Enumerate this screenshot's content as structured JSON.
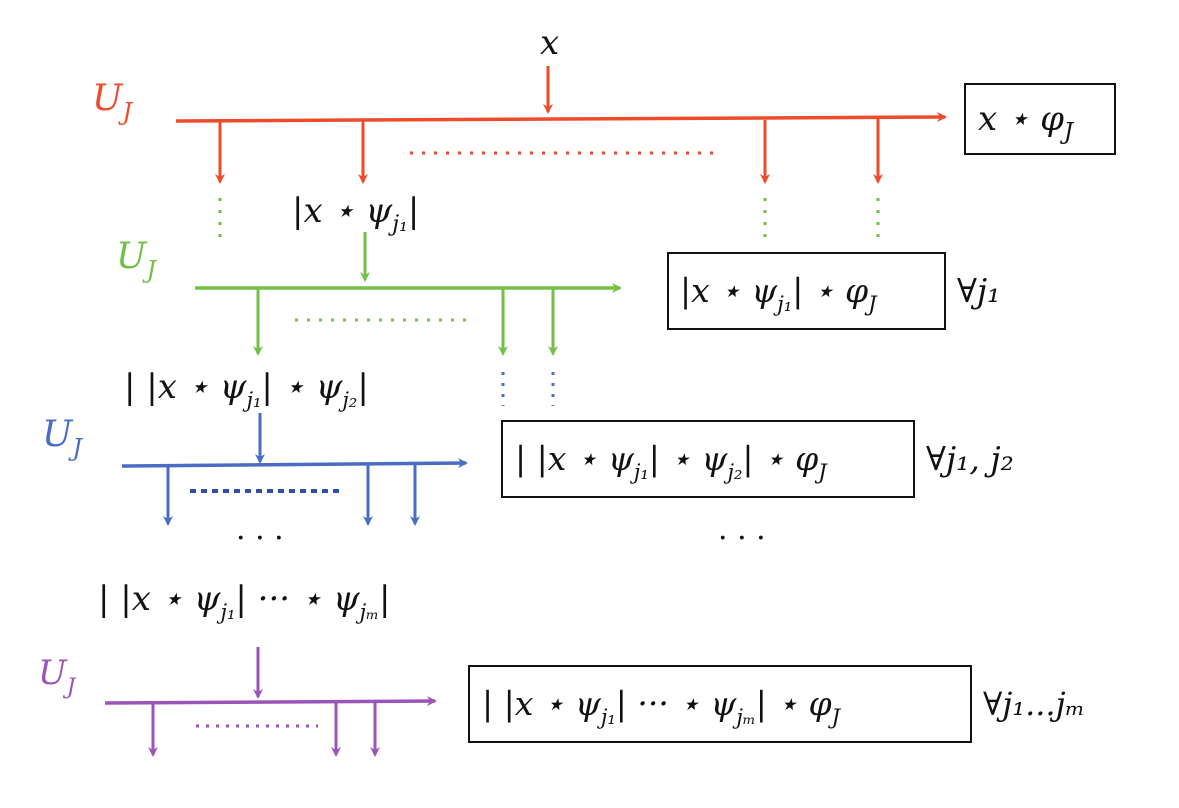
{
  "colors": {
    "level1": "#ee4b2b",
    "level2": "#72c046",
    "level3": "#4a6cc4",
    "level4": "#9b55b8",
    "text": "#111111"
  },
  "input": {
    "label": "x"
  },
  "levels": [
    {
      "operator": "U",
      "operator_sub": "J",
      "input_label": null,
      "output": {
        "main": "x ⋆ φ",
        "sub": "J"
      },
      "quantifier": null
    },
    {
      "operator": "U",
      "operator_sub": "J",
      "input_label": {
        "pre": "|x ⋆ ψ",
        "sub": "j₁",
        "post": "|"
      },
      "output": {
        "pre": "|x ⋆ ψ",
        "sub1": "j₁",
        "mid": "| ⋆ φ",
        "sub2": "J"
      },
      "quantifier": "∀j₁"
    },
    {
      "operator": "U",
      "operator_sub": "J",
      "input_label": {
        "pre": "| |x ⋆ ψ",
        "sub1": "j₁",
        "mid": "| ⋆ ψ",
        "sub2": "j₂",
        "post": "|"
      },
      "output": {
        "pre": "| |x ⋆ ψ",
        "sub1": "j₁",
        "mid1": "| ⋆ ψ",
        "sub2": "j₂",
        "mid2": "| ⋆ φ",
        "sub3": "J"
      },
      "quantifier": "∀j₁, j₂"
    },
    {
      "operator": "U",
      "operator_sub": "J",
      "input_label": {
        "pre": "| |x ⋆ ψ",
        "sub1": "j₁",
        "mid": "| ··· ⋆ ψ",
        "sub2": "jₘ",
        "post": "|"
      },
      "output": {
        "pre": "| |x ⋆ ψ",
        "sub1": "j₁",
        "mid1": "| ··· ⋆ ψ",
        "sub2": "jₘ",
        "mid2": "| ⋆ φ",
        "sub3": "J"
      },
      "quantifier": "∀j₁...jₘ"
    }
  ],
  "ellipsis": [
    "· · ·",
    "· · ·"
  ]
}
